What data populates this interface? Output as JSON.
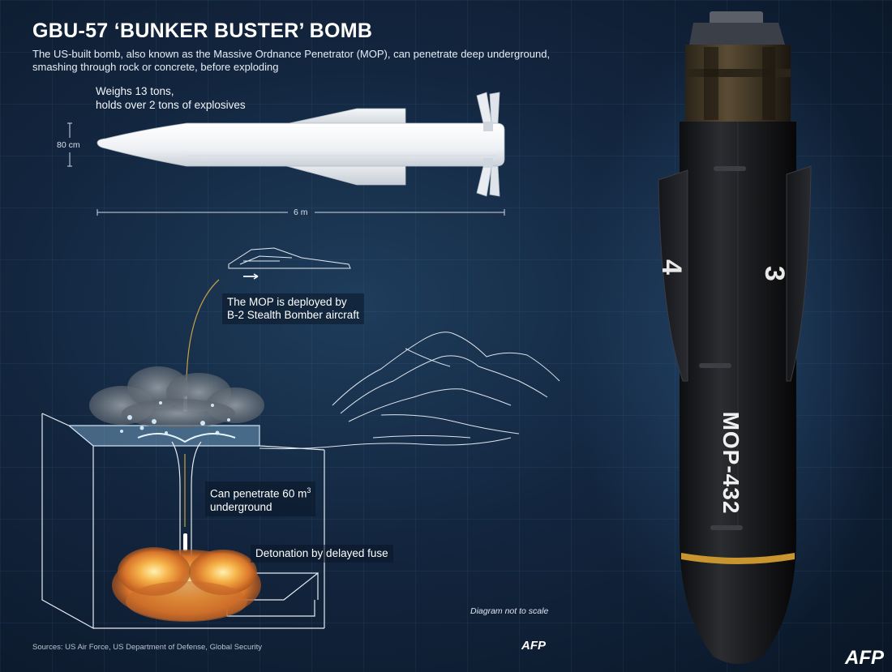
{
  "title": "GBU-57 ‘BUNKER BUSTER’ BOMB",
  "subtitle_line1": "The US-built bomb, also known as the Massive Ordnance Penetrator (MOP), can penetrate deep underground,",
  "subtitle_line2": "smashing through rock or concrete, before exploding",
  "weight_line1": "Weighs 13 tons,",
  "weight_line2": "holds over 2 tons of explosives",
  "diameter_label": "80 cm",
  "length_label": "6 m",
  "deploy_line1": "The MOP is deployed by",
  "deploy_line2": "B-2 Stealth Bomber aircraft",
  "penetrate_line1": "Can penetrate 60 m",
  "penetrate_sup": "3",
  "penetrate_line2": "underground",
  "detonation_label": "Detonation by delayed fuse",
  "scale_note": "Diagram not to scale",
  "sources": "Sources: US Air Force, US Department of Defense, Global Security",
  "afp_small": "AFP",
  "afp_large": "AFP",
  "photo_markings": {
    "number_left": "4",
    "number_right": "3",
    "body_text": "MOP-432"
  },
  "colors": {
    "background": "#13263f",
    "accent_line": "#c8a245",
    "bomb_band": "#c8952e"
  }
}
